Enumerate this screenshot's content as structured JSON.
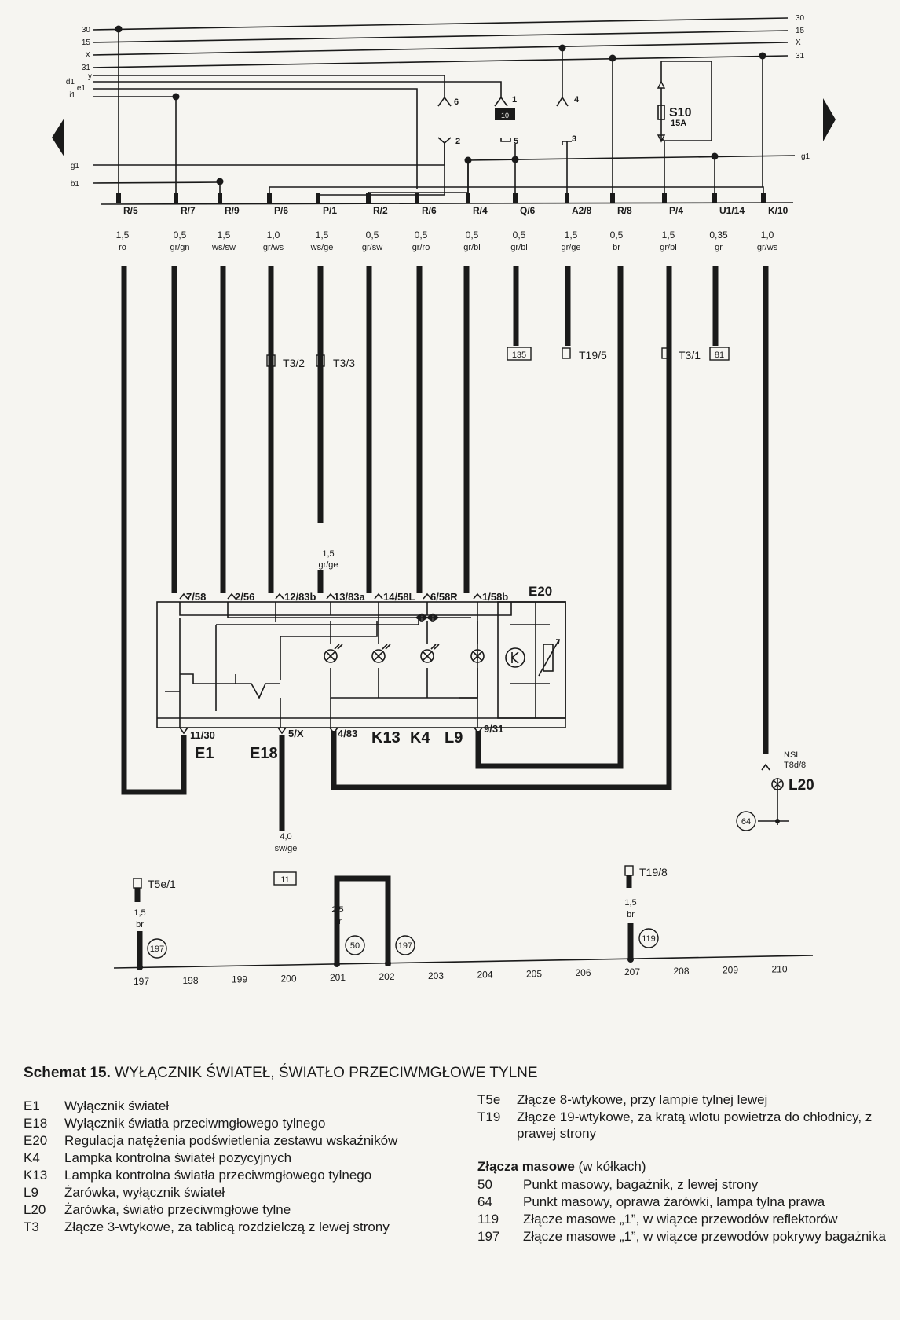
{
  "rails": {
    "left": [
      "30",
      "15",
      "X",
      "31",
      "d1",
      "y",
      "e1",
      "i1",
      "g1",
      "b1"
    ],
    "right": [
      "30",
      "15",
      "X",
      "31",
      "g1"
    ]
  },
  "top_pins": [
    "6",
    "1",
    "4",
    "2",
    "5",
    "3"
  ],
  "relay_label": "10",
  "fuse": {
    "name": "S10",
    "rating": "15A"
  },
  "connectors": [
    "R/5",
    "R/7",
    "R/9",
    "P/6",
    "P/1",
    "R/2",
    "R/6",
    "R/4",
    "Q/6",
    "A2/8",
    "R/8",
    "P/4",
    "U1/14",
    "K/10"
  ],
  "wires": [
    {
      "size": "1,5",
      "color": "ro"
    },
    {
      "size": "0,5",
      "color": "gr/gn"
    },
    {
      "size": "1,5",
      "color": "ws/sw"
    },
    {
      "size": "1,0",
      "color": "gr/ws"
    },
    {
      "size": "1,5",
      "color": "ws/ge"
    },
    {
      "size": "0,5",
      "color": "gr/sw"
    },
    {
      "size": "0,5",
      "color": "gr/ro"
    },
    {
      "size": "0,5",
      "color": "gr/bl"
    },
    {
      "size": "0,5",
      "color": "gr/bl"
    },
    {
      "size": "1,5",
      "color": "gr/ge"
    },
    {
      "size": "0,5",
      "color": "br"
    },
    {
      "size": "1,5",
      "color": "gr/bl"
    },
    {
      "size": "0,35",
      "color": "gr"
    },
    {
      "size": "1,0",
      "color": "gr/ws"
    }
  ],
  "refs": {
    "r135": "135",
    "t19_5": "T19/5",
    "t3_1": "T3/1",
    "r81": "81",
    "t3_2": "T3/2",
    "t3_3": "T3/3"
  },
  "mid_wire": {
    "size": "1,5",
    "color": "gr/ge"
  },
  "switch_terms": [
    "7/58",
    "2/56",
    "12/83b",
    "13/83a",
    "14/58L",
    "6/58R",
    "1/58b"
  ],
  "switch_name": "E20",
  "bottom_terms": [
    "11/30",
    "5/X",
    "4/83",
    "9/31"
  ],
  "components": [
    "E1",
    "E18",
    "K13",
    "K4",
    "L9"
  ],
  "e18_wire": {
    "size": "4,0",
    "color": "sw/ge",
    "ref": "11"
  },
  "lamp": {
    "nsl": "NSL",
    "conn": "T8d/8",
    "name": "L20",
    "ground": "64"
  },
  "grounds": {
    "t5e": "T5e/1",
    "w197": {
      "size": "1,5",
      "color": "br"
    },
    "g197": "197",
    "w201": {
      "size": "2,5",
      "color": "br"
    },
    "g50": "50",
    "g197b": "197",
    "t19_8": "T19/8",
    "w207": {
      "size": "1,5",
      "color": "br"
    },
    "g119": "119"
  },
  "scale": [
    "197",
    "198",
    "199",
    "200",
    "201",
    "202",
    "203",
    "204",
    "205",
    "206",
    "207",
    "208",
    "209",
    "210"
  ],
  "legend": {
    "title_bold": "Schemat 15.",
    "title_rest": "WYŁĄCZNIK ŚWIATEŁ, ŚWIATŁO PRZECIWMGŁOWE TYLNE",
    "left": [
      {
        "code": "E1",
        "desc": "Wyłącznik świateł"
      },
      {
        "code": "E18",
        "desc": "Wyłącznik światła przeciwmgłowego tylnego"
      },
      {
        "code": "E20",
        "desc": "Regulacja natężenia podświetlenia zestawu wskaźników"
      },
      {
        "code": "K4",
        "desc": "Lampka kontrolna świateł pozycyjnych"
      },
      {
        "code": "K13",
        "desc": "Lampka kontrolna światła przeciwmgłowego tylnego"
      },
      {
        "code": "L9",
        "desc": "Żarówka, wyłącznik świateł"
      },
      {
        "code": "L20",
        "desc": "Żarówka, światło przeciwmgłowe tylne"
      },
      {
        "code": "T3",
        "desc": "Złącze 3-wtykowe, za tablicą rozdzielczą z lewej strony"
      }
    ],
    "right": [
      {
        "code": "T5e",
        "desc": "Złącze 8-wtykowe, przy lampie tylnej lewej"
      },
      {
        "code": "T19",
        "desc": "Złącze 19-wtykowe, za kratą wlotu powietrza do chłodnicy, z prawej strony"
      }
    ],
    "ground_title_bold": "Złącza masowe",
    "ground_title_rest": "(w kółkach)",
    "ground": [
      {
        "code": "50",
        "desc": "Punkt masowy, bagażnik, z lewej strony"
      },
      {
        "code": "64",
        "desc": "Punkt masowy, oprawa żarówki, lampa tylna prawa"
      },
      {
        "code": "119",
        "desc": "Złącze masowe „1”, w wiązce przewodów reflektorów"
      },
      {
        "code": "197",
        "desc": "Złącze masowe „1”, w wiązce przewodów pokrywy bagażnika"
      }
    ]
  }
}
